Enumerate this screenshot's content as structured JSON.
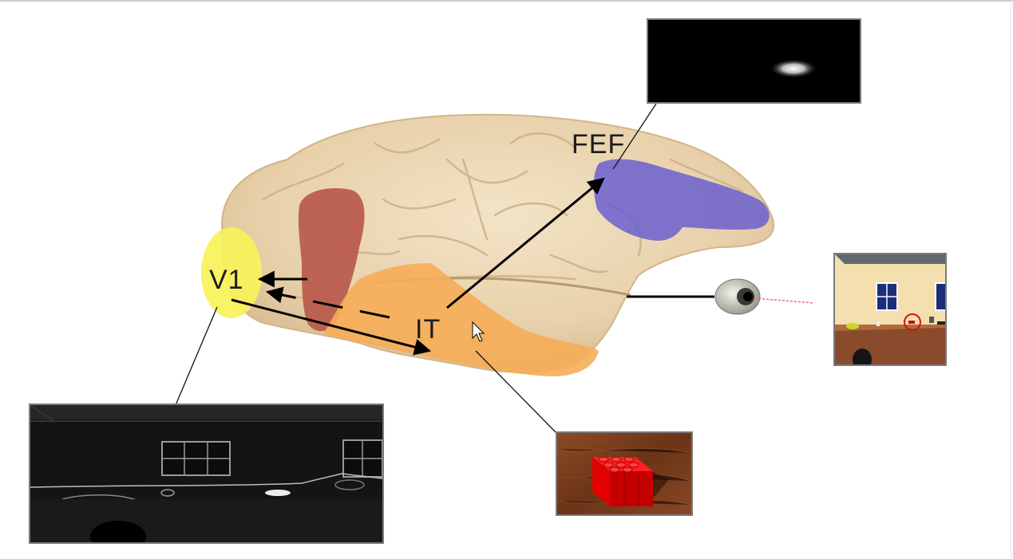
{
  "regions": {
    "v1": {
      "label": "V1",
      "color": "#f7f25a"
    },
    "it": {
      "label": "IT",
      "color": "#f6ad58"
    },
    "fef": {
      "label": "FEF",
      "color": "#6b5fcf"
    },
    "parietal": {
      "label": "",
      "color": "#b8574a"
    }
  },
  "colors": {
    "brain": "#ecd7b4",
    "brain_shadow": "#d4b98f",
    "sulcus": "#c7a77c",
    "arrow": "#000000",
    "inset_border": "#7a7a7a"
  },
  "insets": {
    "fef_map": {
      "description": "saliency-map-black-with-bright-spot"
    },
    "v1_view": {
      "description": "grayscale-room-scene"
    },
    "it_object": {
      "description": "red-lego-brick-on-wood"
    },
    "scene": {
      "description": "room-scene-with-target-circle"
    }
  }
}
